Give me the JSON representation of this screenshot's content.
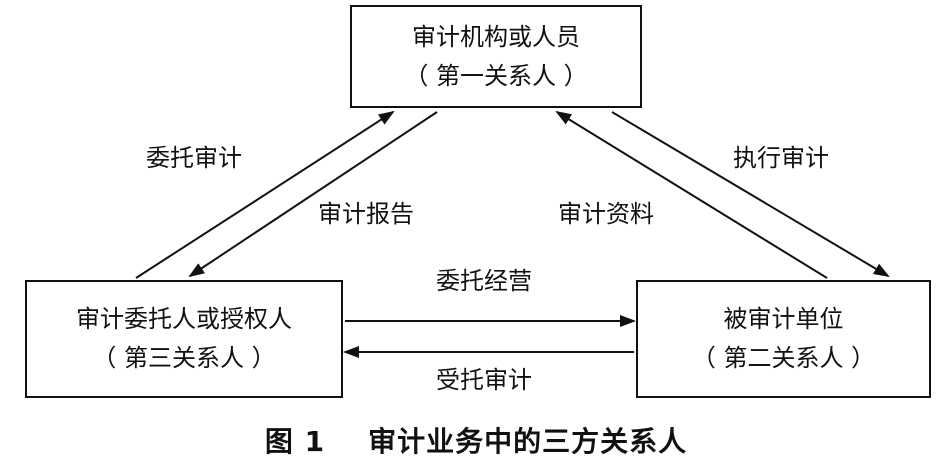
{
  "nodes": {
    "top": {
      "name": "审计机构或人员",
      "role": "（ 第一关系人 ）"
    },
    "left": {
      "name": "审计委托人或授权人",
      "role": "（ 第三关系人 ）"
    },
    "right": {
      "name": "被审计单位",
      "role": "（ 第二关系人 ）"
    }
  },
  "edges": {
    "weituo_shenji": "委托审计",
    "shenji_baogao": "审计报告",
    "shenji_ziliao": "审计资料",
    "zhixing_shenji": "执行审计",
    "weituo_jingying": "委托经营",
    "shoutuo_shenji": "受托审计"
  },
  "caption": {
    "number": "图 1",
    "title": "审计业务中的三方关系人"
  }
}
